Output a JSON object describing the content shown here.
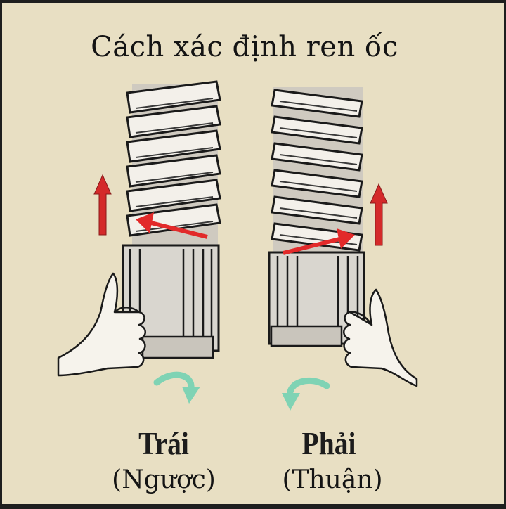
{
  "title": "Cách xác định ren ốc",
  "left": {
    "label": "Trái",
    "sublabel": "(Ngược)"
  },
  "right": {
    "label": "Phải",
    "sublabel": "(Thuận)"
  },
  "colors": {
    "background": "#e8dfc3",
    "arrow_red": "#d42a2a",
    "rotation_arrow": "#7fd3b4",
    "ink": "#1a1a1a"
  },
  "icons": [
    "left-hand-thread-bolt-icon",
    "right-hand-thread-bolt-icon",
    "up-arrow-icon",
    "thread-direction-arrow-icon",
    "rotation-arrow-icon",
    "thumbs-up-hand-icon"
  ]
}
